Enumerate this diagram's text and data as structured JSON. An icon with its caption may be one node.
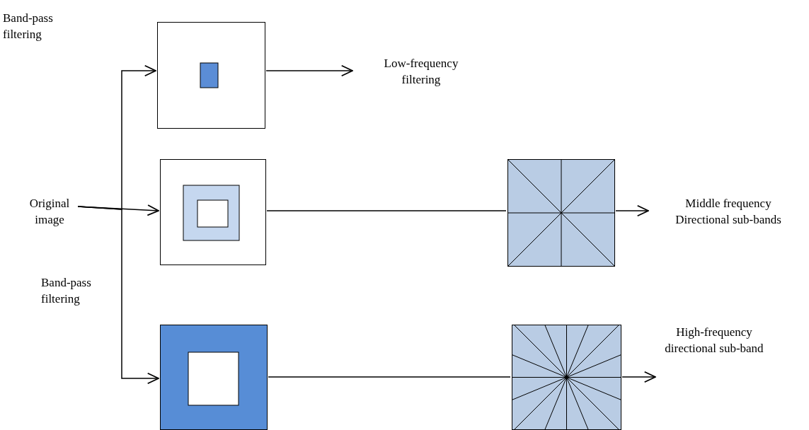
{
  "diagram": {
    "nodes": [
      {
        "text": [
          "Original image"
        ]
      },
      {
        "text": [],
        "shape": "picture"
      },
      {
        "text": [
          "Low-frequency filtering"
        ]
      },
      {
        "text": [],
        "shape": "picture"
      },
      {
        "text": [],
        "shape": "box"
      },
      {
        "text": [
          "Middle frequency Directional sub-bands"
        ]
      },
      {
        "text": [],
        "shape": "picture"
      },
      {
        "text": [],
        "shape": "box"
      },
      {
        "text": [
          "High-frequency directional sub-band"
        ]
      }
    ],
    "edges": [
      {
        "from": 0,
        "to": 1,
        "arrow": "to"
      },
      {
        "from": 0,
        "to": 3,
        "arrow": "to"
      },
      {
        "from": 0,
        "to": 6,
        "arrow": "to"
      },
      {
        "from": 1,
        "to": 2,
        "arrow": "to"
      },
      {
        "from": 3,
        "to": 4,
        "arrow": "none"
      },
      {
        "from": 4,
        "to": 5,
        "arrow": "to"
      },
      {
        "from": 6,
        "to": 7,
        "arrow": "none"
      },
      {
        "from": 7,
        "to": 8,
        "arrow": "to"
      }
    ],
    "labels": [
      "Band-pass filtering",
      "Band-pass filtering"
    ]
  }
}
